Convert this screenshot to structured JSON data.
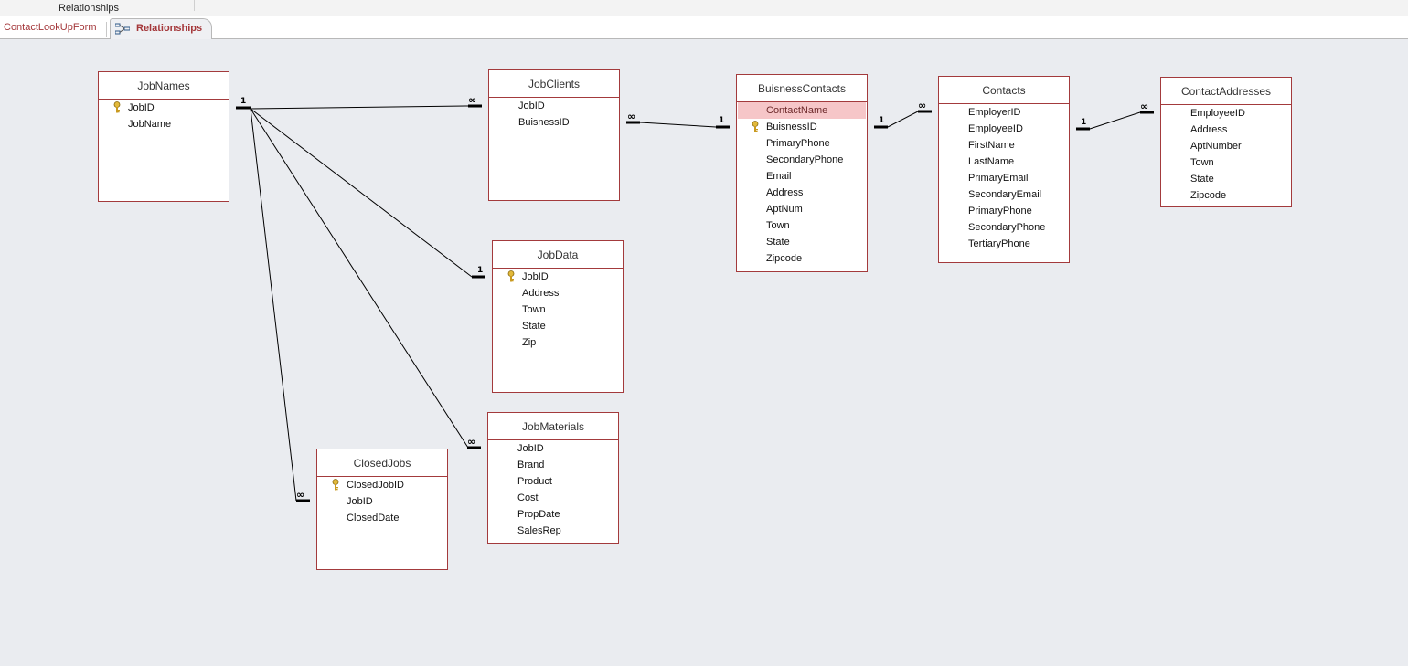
{
  "window": {
    "title": "Relationships"
  },
  "tabs": [
    {
      "label": "ContactLookUpForm",
      "active": false
    },
    {
      "label": "Relationships",
      "active": true
    }
  ],
  "colors": {
    "accent": "#a33a3c",
    "selected_row": "#f6c6c8",
    "canvas": "#eaecf0"
  },
  "tables": {
    "jobnames": {
      "title": "JobNames",
      "fields": [
        {
          "name": "JobID",
          "key": true
        },
        {
          "name": "JobName"
        }
      ]
    },
    "jobclients": {
      "title": "JobClients",
      "fields": [
        {
          "name": "JobID"
        },
        {
          "name": "BuisnessID"
        }
      ]
    },
    "jobdata": {
      "title": "JobData",
      "fields": [
        {
          "name": "JobID",
          "key": true
        },
        {
          "name": "Address"
        },
        {
          "name": "Town"
        },
        {
          "name": "State"
        },
        {
          "name": "Zip"
        }
      ]
    },
    "jobmaterials": {
      "title": "JobMaterials",
      "fields": [
        {
          "name": "JobID"
        },
        {
          "name": "Brand"
        },
        {
          "name": "Product"
        },
        {
          "name": "Cost"
        },
        {
          "name": "PropDate"
        },
        {
          "name": "SalesRep"
        }
      ]
    },
    "closedjobs": {
      "title": "ClosedJobs",
      "fields": [
        {
          "name": "ClosedJobID",
          "key": true
        },
        {
          "name": "JobID"
        },
        {
          "name": "ClosedDate"
        }
      ]
    },
    "buisnesscontacts": {
      "title": "BuisnessContacts",
      "fields": [
        {
          "name": "ContactName",
          "selected": true
        },
        {
          "name": "BuisnessID",
          "key": true
        },
        {
          "name": "PrimaryPhone"
        },
        {
          "name": "SecondaryPhone"
        },
        {
          "name": "Email"
        },
        {
          "name": "Address"
        },
        {
          "name": "AptNum"
        },
        {
          "name": "Town"
        },
        {
          "name": "State"
        },
        {
          "name": "Zipcode"
        }
      ]
    },
    "contacts": {
      "title": "Contacts",
      "fields": [
        {
          "name": "EmployerID"
        },
        {
          "name": "EmployeeID"
        },
        {
          "name": "FirstName"
        },
        {
          "name": "LastName"
        },
        {
          "name": "PrimaryEmail"
        },
        {
          "name": "SecondaryEmail"
        },
        {
          "name": "PrimaryPhone"
        },
        {
          "name": "SecondaryPhone"
        },
        {
          "name": "TertiaryPhone"
        }
      ]
    },
    "contactaddresses": {
      "title": "ContactAddresses",
      "fields": [
        {
          "name": "EmployeeID"
        },
        {
          "name": "Address"
        },
        {
          "name": "AptNumber"
        },
        {
          "name": "Town"
        },
        {
          "name": "State"
        },
        {
          "name": "Zipcode"
        }
      ]
    }
  },
  "cardinality": {
    "one": "1",
    "many": "∞"
  }
}
